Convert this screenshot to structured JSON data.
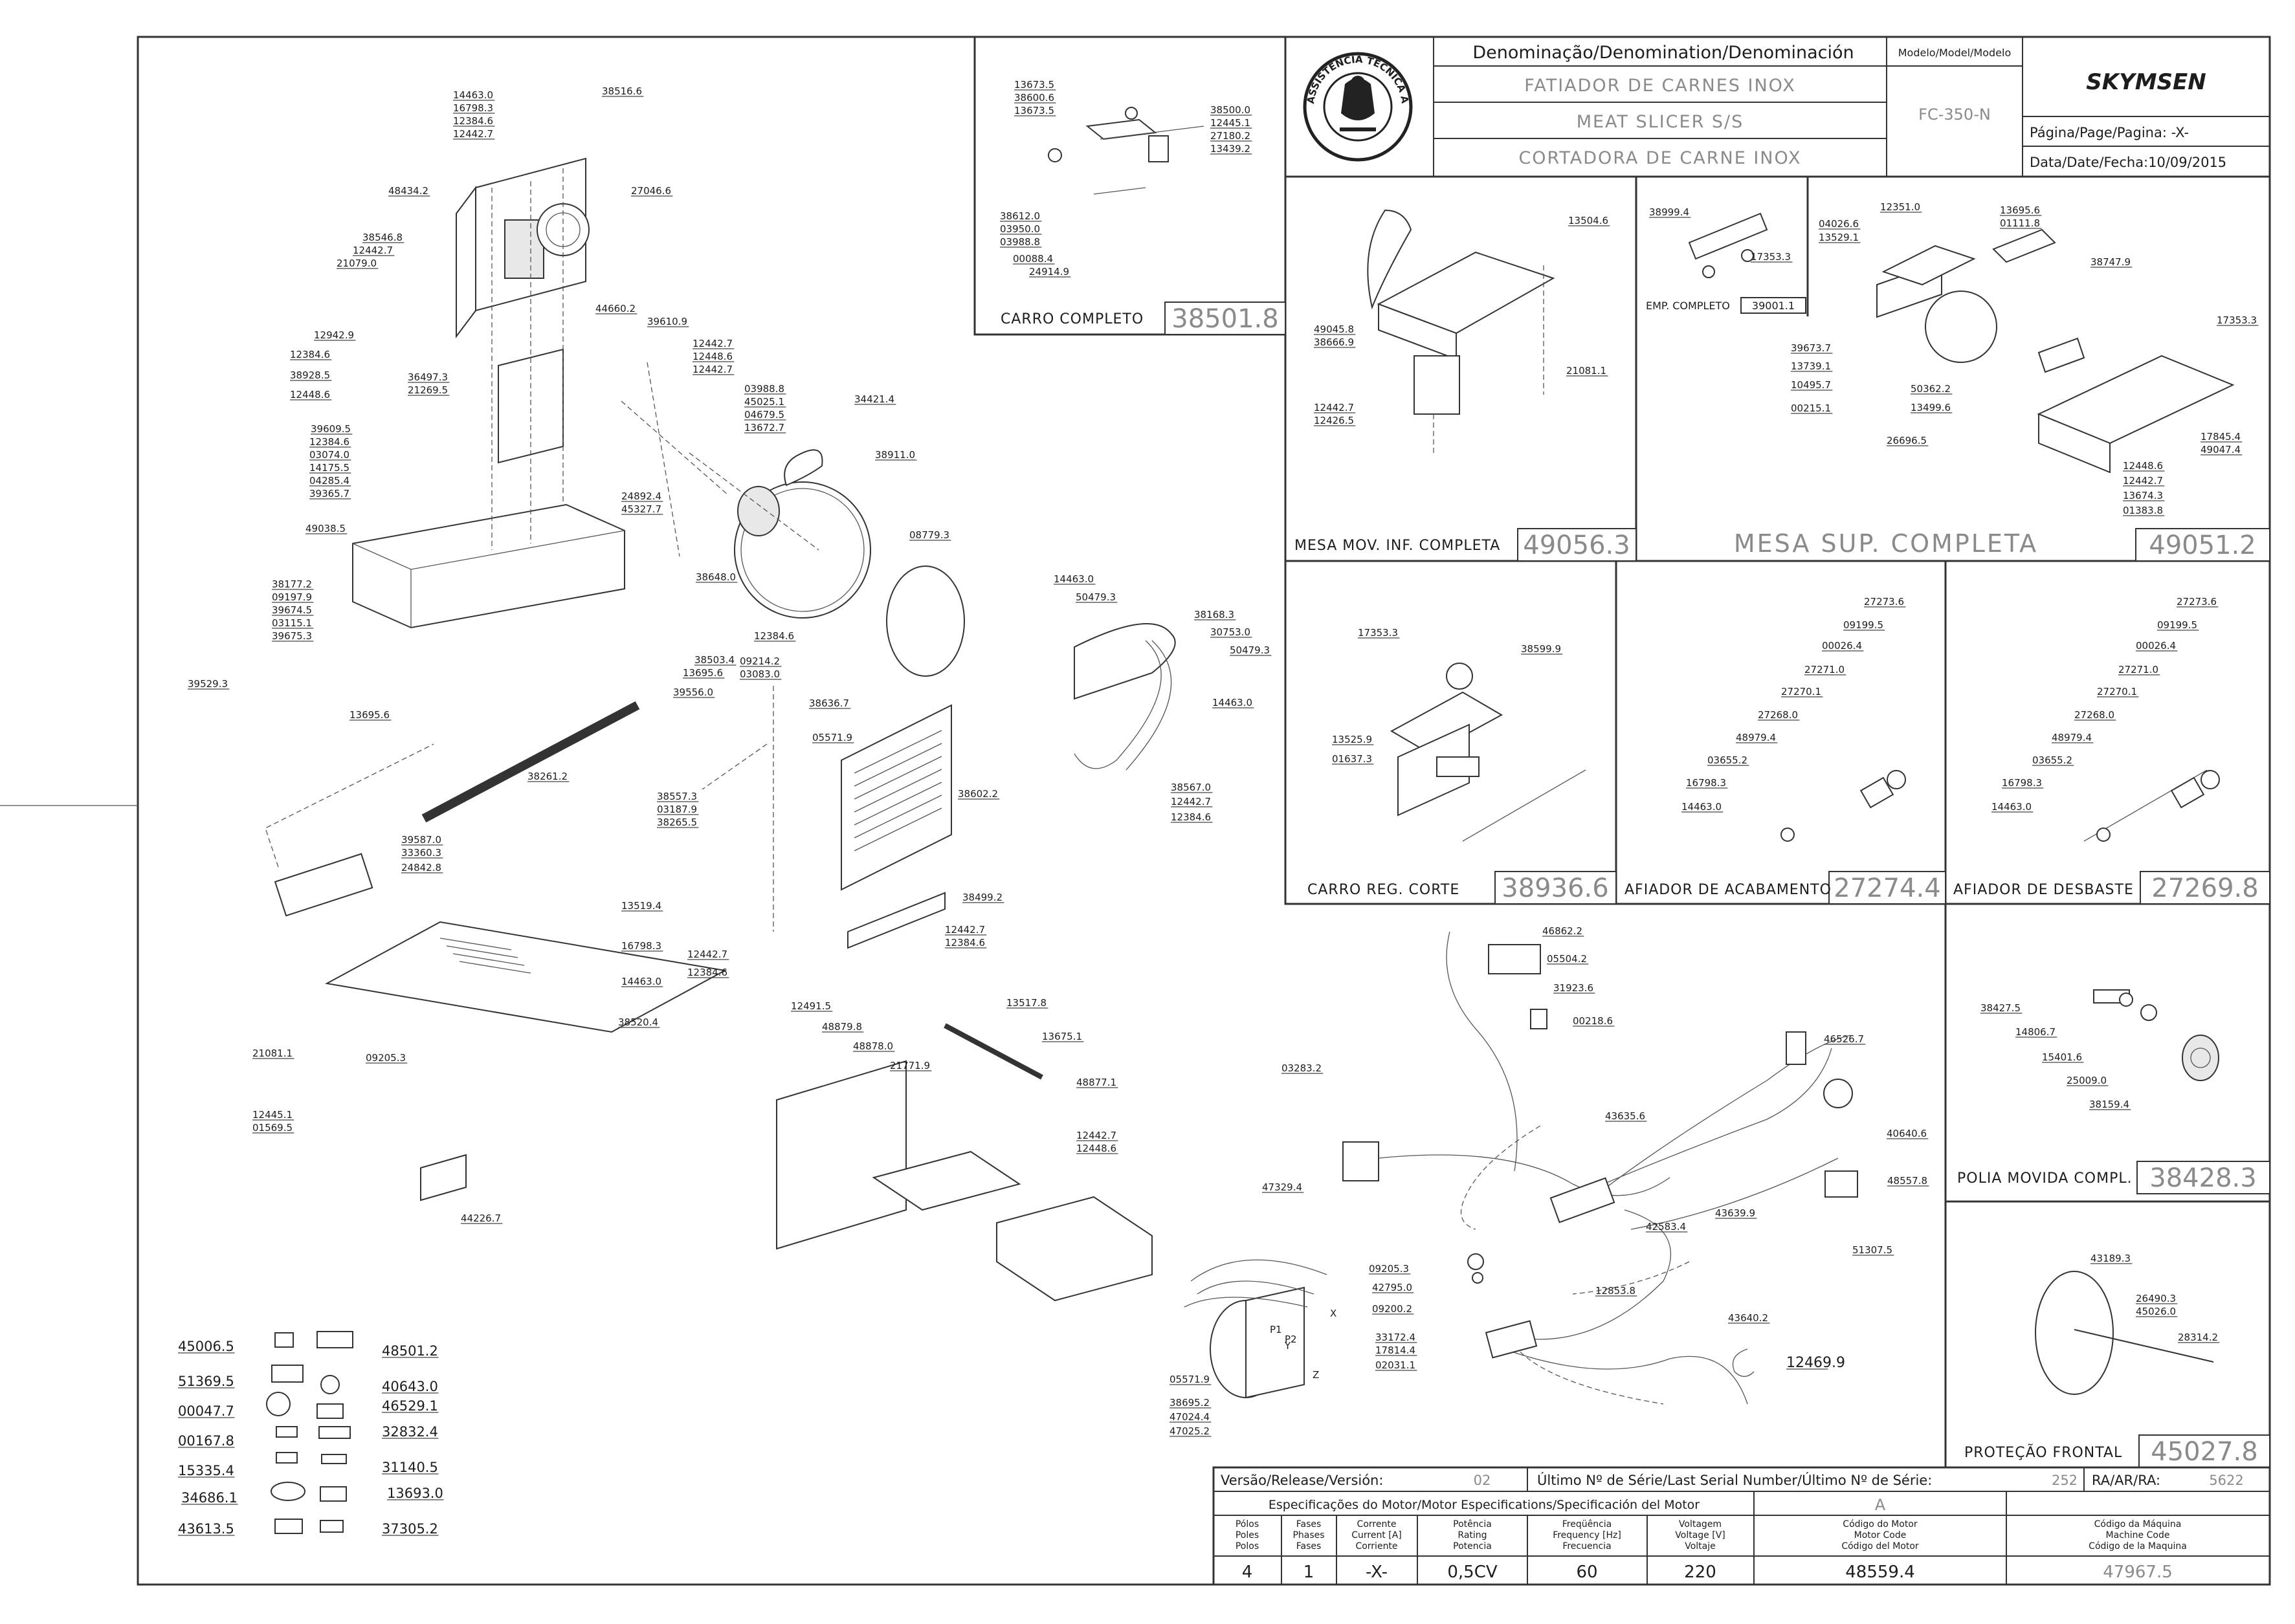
{
  "title_block": {
    "denomination_label": "Denominação/Denomination/Denominación",
    "model_label": "Modelo/Model/Modelo",
    "name_pt": "FATIADOR DE CARNES INOX",
    "name_en": "MEAT SLICER S/S",
    "name_es": "CORTADORA DE CARNE INOX",
    "model": "FC-350-N",
    "brand": "SKYMSEN",
    "page_label": "Página/Page/Pagina: -X-",
    "date_label": "Data/Date/Fecha:10/09/2015",
    "seal_text": "ASSISTÊNCIA TÉCNICA AUTORIZADA"
  },
  "assemblies": [
    {
      "name": "CARRO COMPLETO",
      "code": "38501.8"
    },
    {
      "name": "MESA MOV. INF. COMPLETA",
      "code": "49056.3"
    },
    {
      "name": "EMP. COMPLETO",
      "code": "39001.1"
    },
    {
      "name": "MESA SUP. COMPLETA",
      "code": "49051.2"
    },
    {
      "name": "CARRO REG. CORTE",
      "code": "38936.6"
    },
    {
      "name": "AFIADOR DE ACABAMENTO",
      "code": "27274.4"
    },
    {
      "name": "AFIADOR DE DESBASTE",
      "code": "27269.8"
    },
    {
      "name": "POLIA MOVIDA COMPL.",
      "code": "38428.3"
    },
    {
      "name": "PROTEÇÃO FRONTAL",
      "code": "45027.8"
    }
  ],
  "version_row": {
    "version_label": "Versão/Release/Versión:",
    "version": "02",
    "serial_label": "Último Nº de Série/Last Serial Number/Último Nº de Série:",
    "serial": "252",
    "ra_label": "RA/AR/RA:",
    "ra": "5622"
  },
  "motor_table": {
    "title": "Especificações do Motor/Motor Especifications/Specificación del Motor",
    "group": "A",
    "headers": [
      [
        "Pólos",
        "Poles",
        "Polos"
      ],
      [
        "Fases",
        "Phases",
        "Fases"
      ],
      [
        "Corrente",
        "Current [A]",
        "Corriente"
      ],
      [
        "Potência",
        "Rating",
        "Potencia"
      ],
      [
        "Freqüência",
        "Frequency [Hz]",
        "Frecuencia"
      ],
      [
        "Voltagem",
        "Voltage [V]",
        "Voltaje"
      ],
      [
        "Código do Motor",
        "Motor Code",
        "Código del Motor"
      ],
      [
        "Código da Máquina",
        "Machine Code",
        "Código de la Maquina"
      ]
    ],
    "values": [
      "4",
      "1",
      "-X-",
      "0,5CV",
      "60",
      "220",
      "48559.4",
      "47967.5"
    ]
  },
  "parts": {
    "main": [
      "14463.0",
      "16798.3",
      "12384.6",
      "12442.7",
      "38516.6",
      "27046.6",
      "48434.2",
      "38546.8",
      "12442.7",
      "21079.0",
      "12942.9",
      "12384.6",
      "38928.5",
      "12448.6",
      "36497.3",
      "21269.5",
      "44660.2",
      "39610.9",
      "12442.7",
      "12448.6",
      "12442.7",
      "03988.8",
      "45025.1",
      "04679.5",
      "13672.7",
      "34421.4",
      "39609.5",
      "12384.6",
      "03074.0",
      "14175.5",
      "04285.4",
      "39365.7",
      "24892.4",
      "45327.7",
      "38911.0",
      "49038.5",
      "08779.3",
      "38177.2",
      "09197.9",
      "39674.5",
      "03115.1",
      "39675.3",
      "38648.0",
      "12384.6",
      "39529.3",
      "13695.6",
      "38503.4",
      "13695.6",
      "39556.0",
      "09214.2",
      "03083.0",
      "38636.7",
      "05571.9",
      "38261.2",
      "38557.3",
      "03187.9",
      "38265.5",
      "38602.2",
      "39587.0",
      "33360.3",
      "24842.8",
      "13519.4",
      "38499.2",
      "16798.3",
      "12442.7",
      "12384.6",
      "12442.7",
      "12384.6",
      "14463.0",
      "38520.4",
      "21081.1",
      "09205.3",
      "12445.1",
      "01569.5",
      "44226.7",
      "12491.5",
      "48879.8",
      "48878.0",
      "13517.8",
      "13675.1",
      "21771.9",
      "48877.1",
      "12442.7",
      "12448.6"
    ],
    "carro_completo": [
      "13673.5",
      "38600.6",
      "13673.5",
      "38500.0",
      "12445.1",
      "27180.2",
      "13439.2",
      "38612.0",
      "03950.0",
      "03988.8",
      "00088.4",
      "24914.9"
    ],
    "mesa_mov_inf": [
      "13504.6",
      "49045.8",
      "38666.9",
      "21081.1",
      "12442.7",
      "12426.5"
    ],
    "emp_completo": [
      "38999.4",
      "17353.3"
    ],
    "mesa_sup": [
      "12351.0",
      "04026.6",
      "13529.1",
      "13695.6",
      "01111.8",
      "38747.9",
      "17353.3",
      "39673.7",
      "13739.1",
      "10495.7",
      "00215.1",
      "50362.2",
      "13499.6",
      "26696.5",
      "17845.4",
      "49047.4",
      "12448.6",
      "12442.7",
      "13674.3",
      "01383.8"
    ],
    "carro_reg_corte": [
      "17353.3",
      "38599.9",
      "13525.9",
      "01637.3"
    ],
    "afiador_acabamento": [
      "27273.6",
      "09199.5",
      "00026.4",
      "27271.0",
      "27270.1",
      "27268.0",
      "48979.4",
      "03655.2",
      "16798.3",
      "14463.0"
    ],
    "afiador_desbaste": [
      "27273.6",
      "09199.5",
      "00026.4",
      "27271.0",
      "27270.1",
      "27268.0",
      "48979.4",
      "03655.2",
      "16798.3",
      "14463.0"
    ],
    "braco": [
      "14463.0",
      "50479.3",
      "38168.3",
      "30753.0",
      "50479.3",
      "14463.0",
      "38567.0",
      "12442.7",
      "12384.6"
    ],
    "eletrica": [
      "46862.2",
      "05504.2",
      "31923.6",
      "00218.6",
      "03283.2",
      "46526.7",
      "43635.6",
      "40640.6",
      "47329.4",
      "48557.8",
      "42583.4",
      "43639.9",
      "51307.5",
      "09205.3",
      "42795.0",
      "09200.2",
      "12853.8",
      "33172.4",
      "17814.4",
      "02031.1",
      "43640.2",
      "12469.9",
      "05571.9",
      "38695.2",
      "47024.4",
      "47025.2"
    ],
    "polia": [
      "38427.5",
      "14806.7",
      "15401.6",
      "25009.0",
      "38159.4"
    ],
    "protecao": [
      "43189.3",
      "26490.3",
      "45026.0",
      "28314.2"
    ],
    "labels": [
      "45006.5",
      "48501.2",
      "51369.5",
      "40643.0",
      "00047.7",
      "46529.1",
      "00167.8",
      "32832.4",
      "15335.4",
      "31140.5",
      "34686.1",
      "13693.0",
      "43613.5",
      "37305.2"
    ]
  },
  "motor_letters": [
    "Y",
    "X",
    "Z",
    "P1",
    "P2"
  ]
}
